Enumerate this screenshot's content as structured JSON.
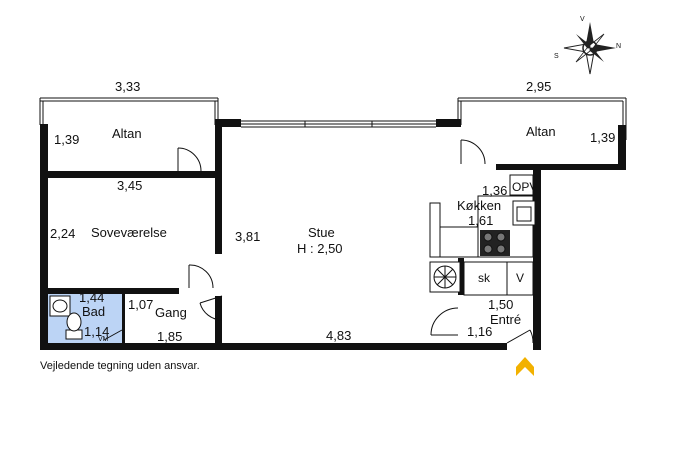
{
  "rooms": {
    "altan_left": {
      "name": "Altan",
      "width": "3,33",
      "depth": "1,39"
    },
    "altan_right": {
      "name": "Altan",
      "width": "2,95",
      "depth": "1,39"
    },
    "sovevaerelse": {
      "name": "Soveværelse",
      "width": "3,45",
      "depth": "2,24"
    },
    "stue": {
      "name": "Stue",
      "height_label": "H : 2,50",
      "depth": "3,81",
      "width": "4,83"
    },
    "koekken": {
      "name": "Køkken",
      "dim_a": "1,36",
      "dim_b": "1,61"
    },
    "bad": {
      "name": "Bad",
      "dim_a": "1,44",
      "dim_b": "1,14",
      "fixture": "VM"
    },
    "gang": {
      "name": "Gang",
      "dim_a": "1,07",
      "dim_b": "1,85"
    },
    "entre": {
      "name": "Entré",
      "dim_a": "1,50",
      "dim_b": "1,16"
    }
  },
  "fixtures": {
    "opv": "OPV",
    "sk": "sk",
    "v": "V"
  },
  "compass": {
    "n": "N",
    "s": "S",
    "v": "V"
  },
  "disclaimer": "Vejledende tegning uden ansvar.",
  "colors": {
    "wall": "#111111",
    "bath": "#bcd4f5",
    "entry_arrow": "#f2b100"
  }
}
